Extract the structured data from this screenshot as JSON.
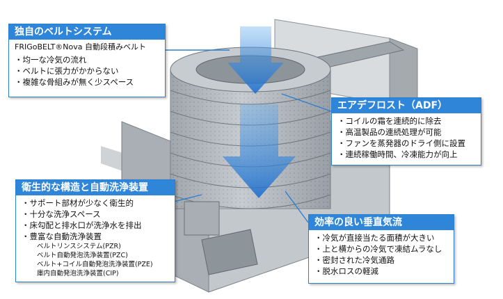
{
  "callouts": {
    "belt": {
      "title": "独自のベルトシステム",
      "lead": "FRIGoBELT®Nova 自動段積みベルト",
      "items": [
        "・均一な冷気の流れ",
        "・ベルトに張力がかからない",
        "・複雑な骨組みが無く少スペース"
      ]
    },
    "adf": {
      "title": "エアデフロスト（ADF）",
      "items": [
        "・コイルの霜を連続的に除去",
        "・高温製品の連続処理が可能",
        "・ファンを蒸発器のドライ側に設置",
        "・連続稼働時間、冷凍能力が向上"
      ]
    },
    "hygiene": {
      "title": "衛生的な構造と自動洗浄装置",
      "items": [
        "・サポート部材が少なく衛生的",
        "・十分な洗浄スペース",
        "・床勾配と排水口が洗浄水を排出",
        "・豊富な自動洗浄装置"
      ],
      "subitems": [
        "ベルトリンスシステム(PZR)",
        "ベルト自動発泡洗浄装置(PZC)",
        "ベルト+コイル自動発泡洗浄装置(PZE)",
        "庫内自動発泡洗浄装置(CIP)"
      ]
    },
    "airflow": {
      "title": "効率の良い垂直気流",
      "items": [
        "・冷気が直接当たる面積が大きい",
        "・上と横からの冷気で凍結ムラなし",
        "・密封された冷気通路",
        "・脱水ロスの軽減"
      ]
    }
  },
  "colors": {
    "accent": "#2f86d8",
    "arrow": "#3b8fe0",
    "steel": "#9aa3ab"
  }
}
